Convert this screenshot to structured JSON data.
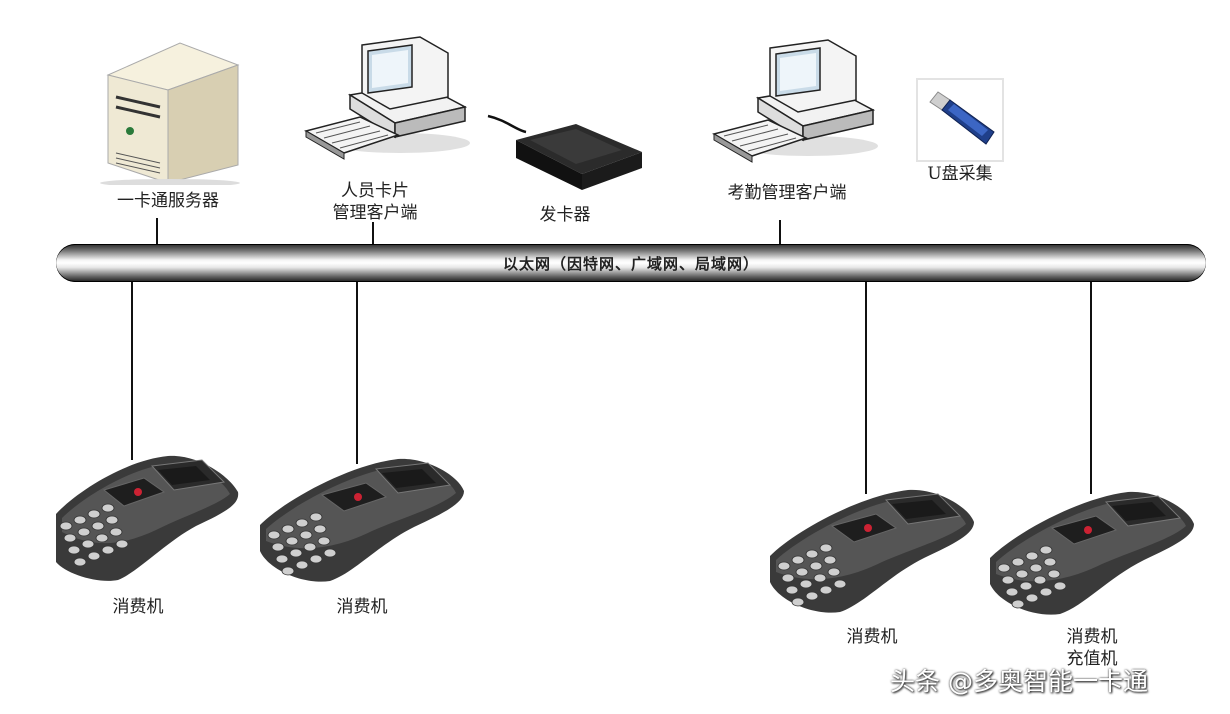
{
  "network": {
    "label": "以太网（因特网、广域网、局域网）"
  },
  "devices": {
    "server": {
      "label": "一卡通服务器"
    },
    "card_client": {
      "label_line1": "人员卡片",
      "label_line2": "管理客户端"
    },
    "card_issuer": {
      "label": "发卡器"
    },
    "attendance_client": {
      "label": "考勤管理客户端"
    },
    "usb": {
      "label": "U盘采集"
    }
  },
  "terminals": [
    {
      "label": "消费机"
    },
    {
      "label": "消费机"
    },
    {
      "label": "消费机"
    },
    {
      "label_line1": "消费机",
      "label_line2": "充值机"
    }
  ],
  "watermark": {
    "text": "头条 @多奥智能一卡通"
  }
}
